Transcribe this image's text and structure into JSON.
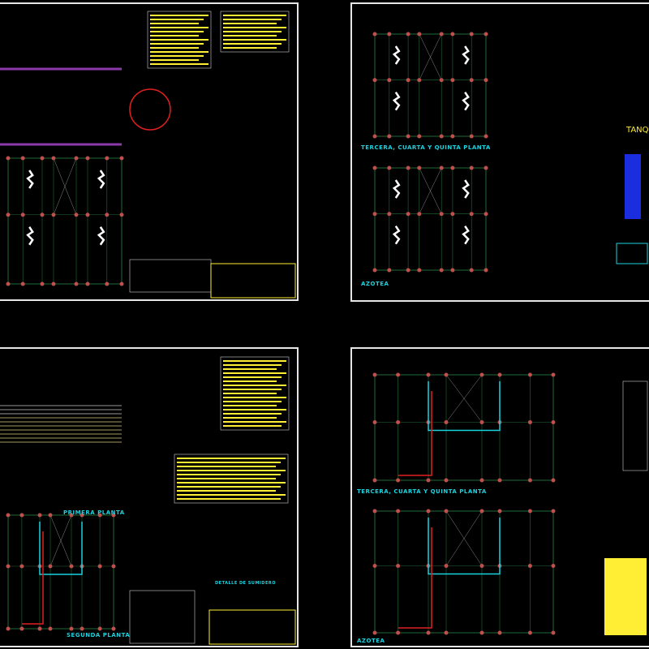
{
  "colors": {
    "background": "#000000",
    "frame": "#e6e6e6",
    "grid": "#1f6b3a",
    "column": "#c0504d",
    "cold_water": "#19d3e0",
    "hot_water": "#e02020",
    "fixture": "#ffffff",
    "note": "#ffee33",
    "tank_blue": "#1a2ee0"
  },
  "sheets": [
    {
      "id": "sheet-1",
      "labels": []
    },
    {
      "id": "sheet-2",
      "labels": {
        "plan_a": "TERCERA, CUARTA Y QUINTA PLANTA",
        "plan_b": "AZOTEA",
        "tank": "TANQU"
      }
    },
    {
      "id": "sheet-3",
      "labels": {
        "plan_a": "PRIMERA PLANTA",
        "plan_b": "SEGUNDA PLANTA",
        "detail": "DETALLE DE SUMIDERO"
      }
    },
    {
      "id": "sheet-4",
      "labels": {
        "plan_a": "TERCERA, CUARTA Y QUINTA PLANTA",
        "plan_b": "AZOTEA"
      }
    }
  ]
}
